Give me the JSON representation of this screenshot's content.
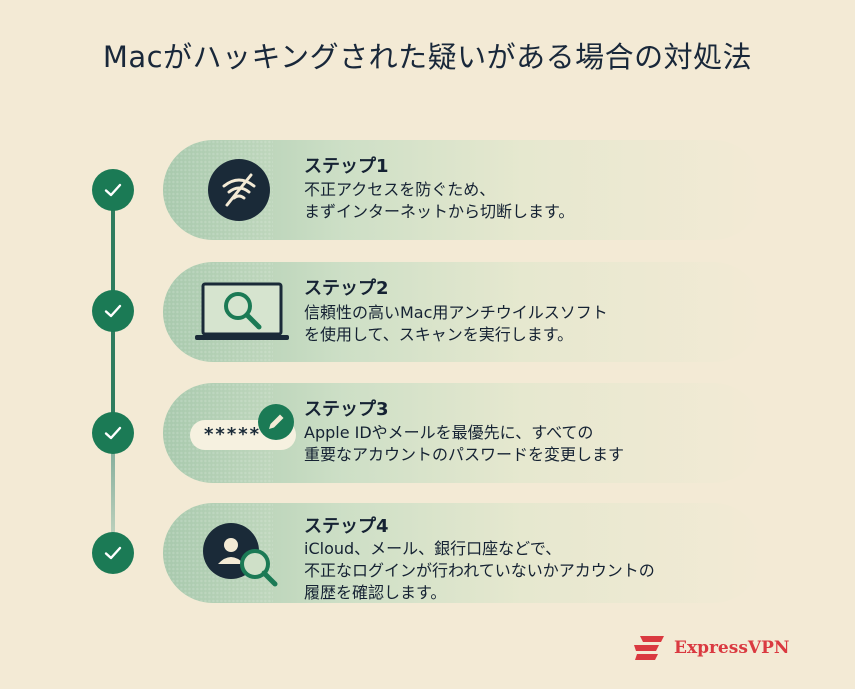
{
  "title": "Macがハッキングされた疑いがある場合の対処法",
  "steps": [
    {
      "title": "ステップ1",
      "desc": "不正アクセスを防ぐため、\nまずインターネットから切断します。"
    },
    {
      "title": "ステップ2",
      "desc": "信頼性の高いMac用アンチウイルスソフト\nを使用して、スキャンを実行します。"
    },
    {
      "title": "ステップ3",
      "desc": "Apple IDやメールを最優先に、すべての\n重要なアカウントのパスワードを変更します"
    },
    {
      "title": "ステップ4",
      "desc": "iCloud、メール、銀行口座などで、\n不正なログインが行われていないかアカウントの\n履歴を確認します。"
    }
  ],
  "password_mask": "*****",
  "brand": "ExpressVPN",
  "colors": {
    "accent": "#1b7a55",
    "brand": "#da3940",
    "dark": "#19283a"
  },
  "icons": [
    "wifi-off-icon",
    "laptop-search-icon",
    "password-edit-icon",
    "user-search-icon",
    "checkmark-icon"
  ]
}
